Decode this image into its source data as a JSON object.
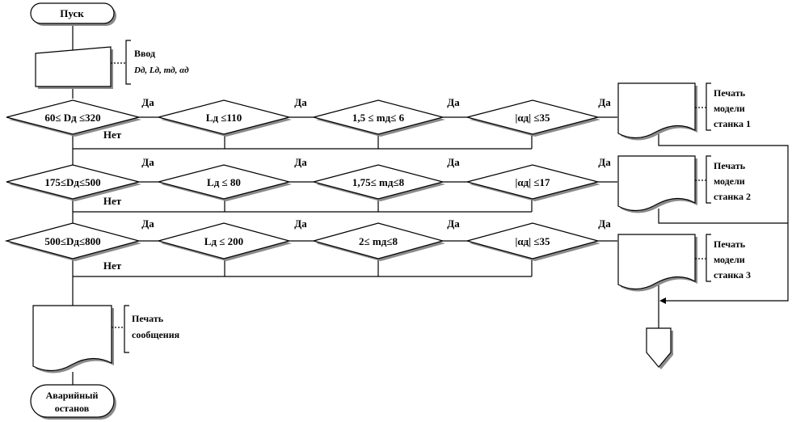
{
  "start": {
    "label": "Пуск"
  },
  "input_note": {
    "line1": "Ввод",
    "line2": "Dд, Lд, mд, αд"
  },
  "rows": [
    {
      "conditions": [
        "60≤ Dд ≤320",
        "Lд ≤110",
        "1,5 ≤ mд≤ 6",
        "|αд| ≤35"
      ],
      "print_note": [
        "Печать",
        "модели",
        "станка 1"
      ]
    },
    {
      "conditions": [
        "175≤Dд≤500",
        "Lд ≤ 80",
        "1,75≤ mд≤8",
        "|αд| ≤17"
      ],
      "print_note": [
        "Печать",
        "модели",
        "станка 2"
      ]
    },
    {
      "conditions": [
        "500≤Dд≤800",
        "Lд ≤ 200",
        "2≤ mд≤8",
        "|αд| ≤35"
      ],
      "print_note": [
        "Печать",
        "модели",
        "станка 3"
      ]
    }
  ],
  "yes_label": "Да",
  "no_label": "Нет",
  "message_note": {
    "line1": "Печать",
    "line2": "сообщения"
  },
  "end": {
    "line1": "Аварийный",
    "line2": "останов"
  }
}
